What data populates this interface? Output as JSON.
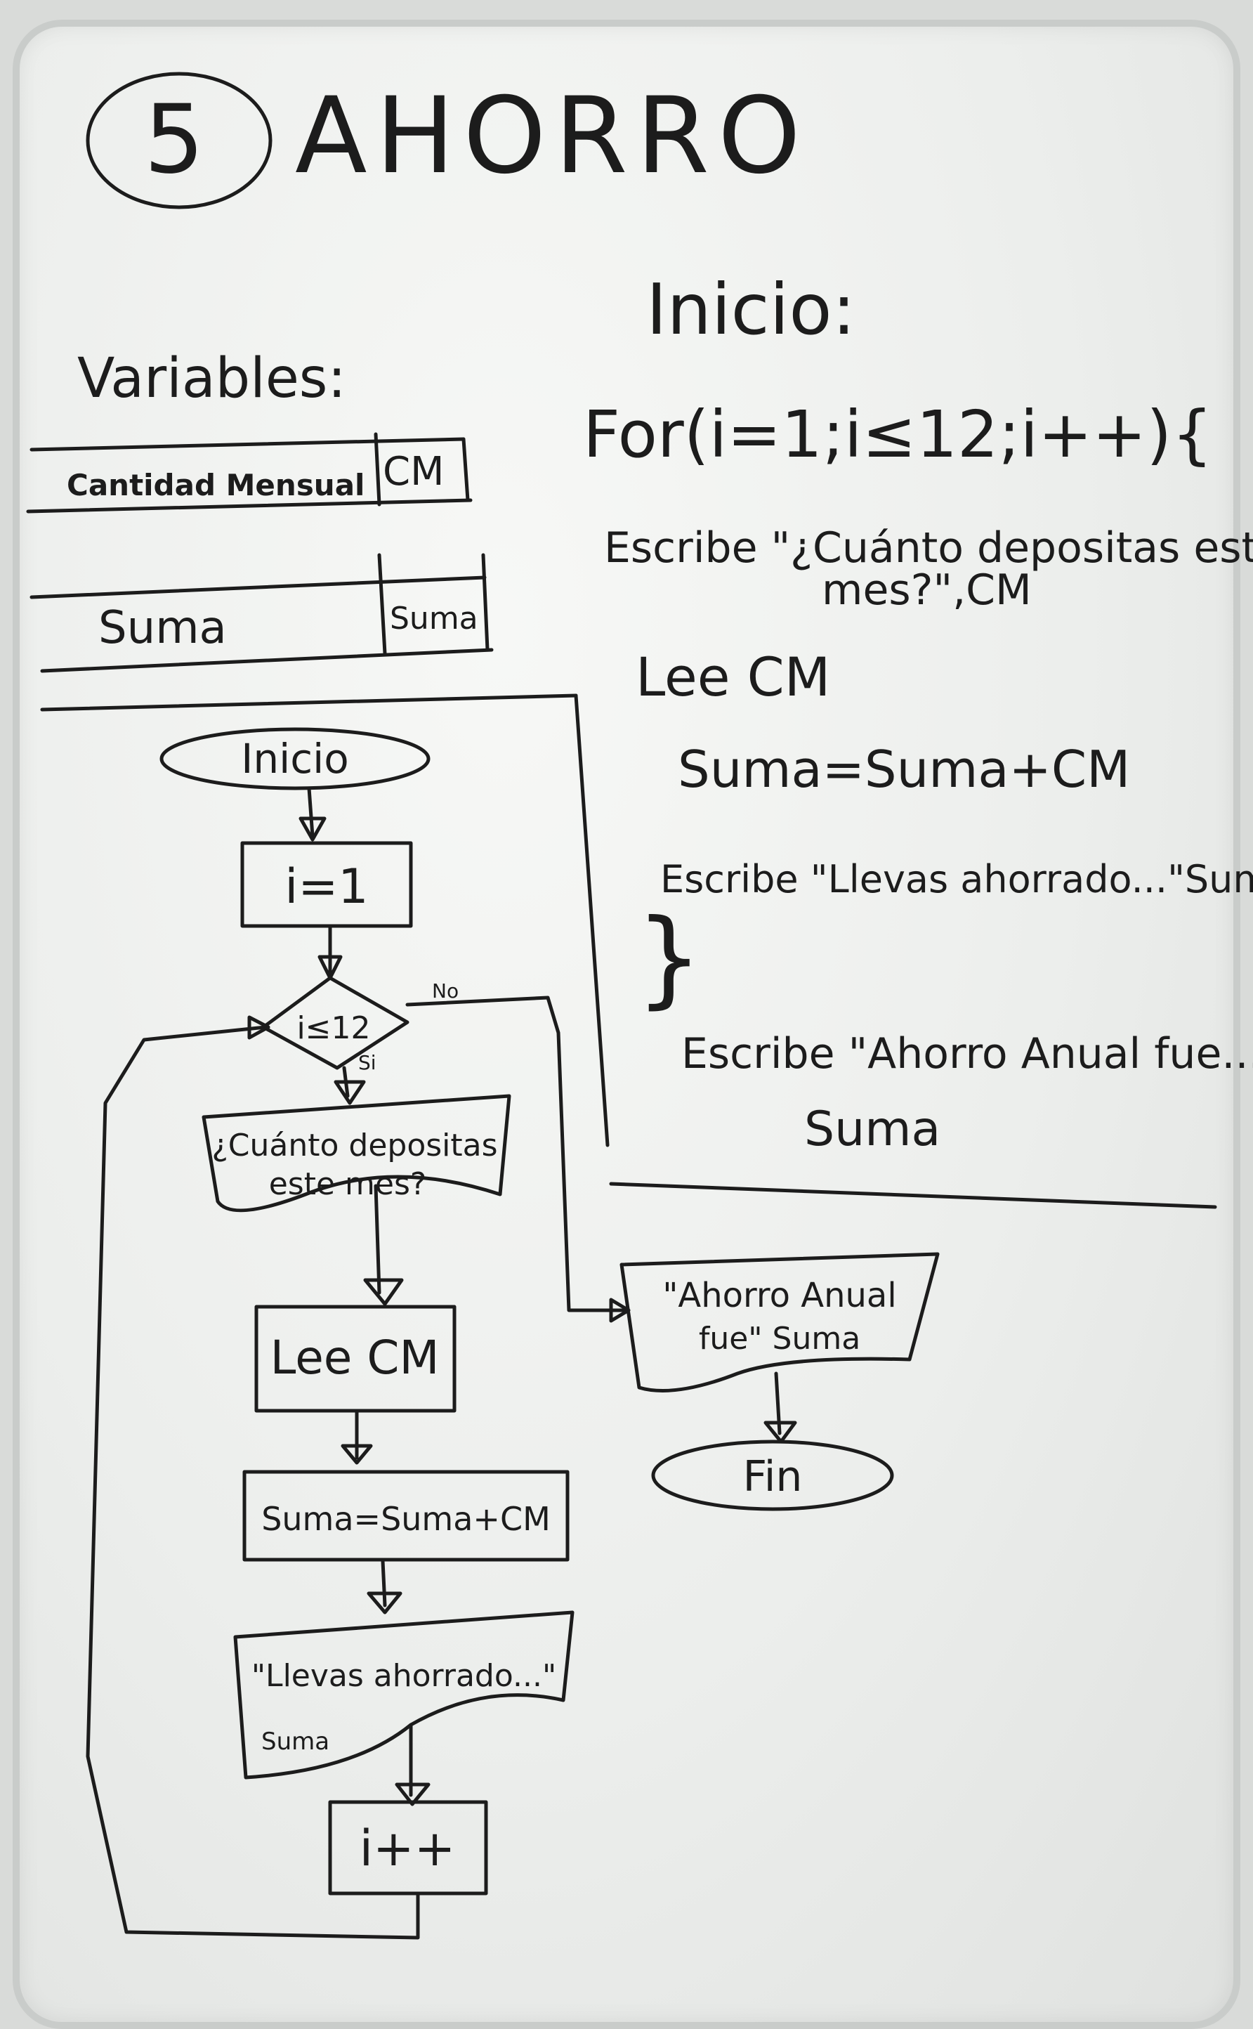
{
  "title": {
    "number": "5",
    "text": "AHORRO"
  },
  "variables": {
    "heading": "Variables:",
    "rows": [
      {
        "name": "Cantidad Mensual",
        "id": "CM"
      },
      {
        "name": "Suma",
        "id": "Suma"
      }
    ]
  },
  "pseudocode": {
    "start": "Inicio:",
    "for_line": "For(i=1;i≤12;i++){",
    "write1_a": "Escribe \"¿Cuánto depositas esté",
    "write1_b": "mes?\",CM",
    "read": "Lee CM",
    "assign": "Suma=Suma+CM",
    "write2": "Escribe \"Llevas ahorrado...\"Suma",
    "close_brace": "}",
    "write3_a": "Escribe \"Ahorro Anual fue...\"",
    "write3_b": "Suma"
  },
  "flowchart": {
    "start": "Inicio",
    "init": "i=1",
    "condition": "i≤12",
    "yes_label": "Si",
    "no_label": "No",
    "ask_a": "¿Cuánto depositas",
    "ask_b": "este mes?",
    "read": "Lee CM",
    "assign": "Suma=Suma+CM",
    "show_a": "\"Llevas ahorrado...\"",
    "show_b": "Suma",
    "increment": "i++",
    "final_a": "\"Ahorro Anual",
    "final_b": "fue\" Suma",
    "end": "Fin"
  },
  "colors": {
    "ink": "#1c1c1c",
    "board": "#f1f2f0"
  }
}
